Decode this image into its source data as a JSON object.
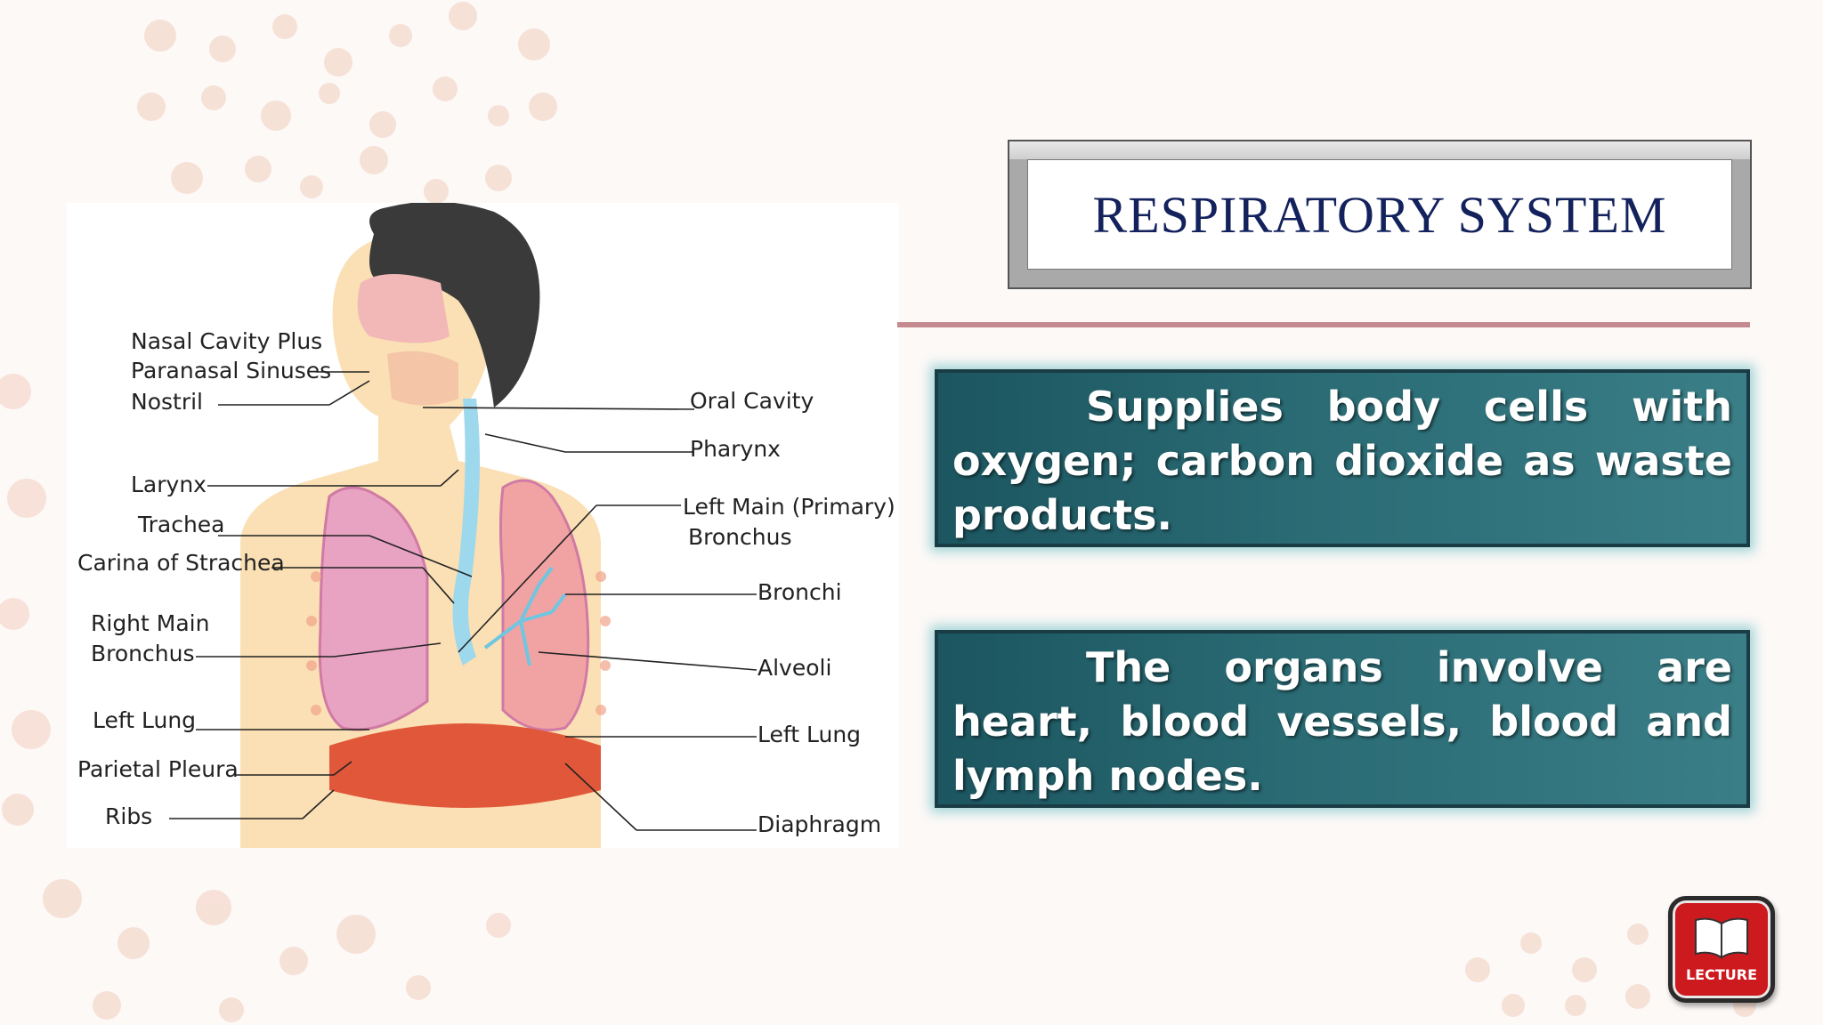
{
  "slide": {
    "title": "RESPIRATORY SYSTEM",
    "box1_text": "Supplies body cells with oxygen; carbon dioxide as waste products.",
    "box2_text": "The organs involve are heart, blood vessels, blood and lymph nodes.",
    "logo_text": "LECTURE"
  },
  "diagram": {
    "labels_left": [
      "Nasal Cavity Plus",
      "Paranasal Sinuses",
      "Nostril",
      "Larynx",
      "Trachea",
      "Carina of Strachea",
      "Right Main",
      "Bronchus",
      "Left Lung",
      "Parietal Pleura",
      "Ribs"
    ],
    "labels_right": [
      "Oral Cavity",
      "Pharynx",
      "Left Main (Primary)",
      "Bronchus",
      "Bronchi",
      "Alveoli",
      "Left Lung",
      "Diaphragm"
    ]
  },
  "colors": {
    "title_text": "#13225c",
    "divider": "#c48a8f",
    "box_fill": "#2a6b74",
    "box_glow": "#a4d4d7",
    "logo_red": "#cc1a1f",
    "skin": "#fae0b4",
    "hair": "#3a3a3a",
    "lung": "#e8a3c2",
    "diaphragm": "#e0573a",
    "trachea": "#9ed8ec"
  },
  "icons": [
    "open-book-icon"
  ]
}
